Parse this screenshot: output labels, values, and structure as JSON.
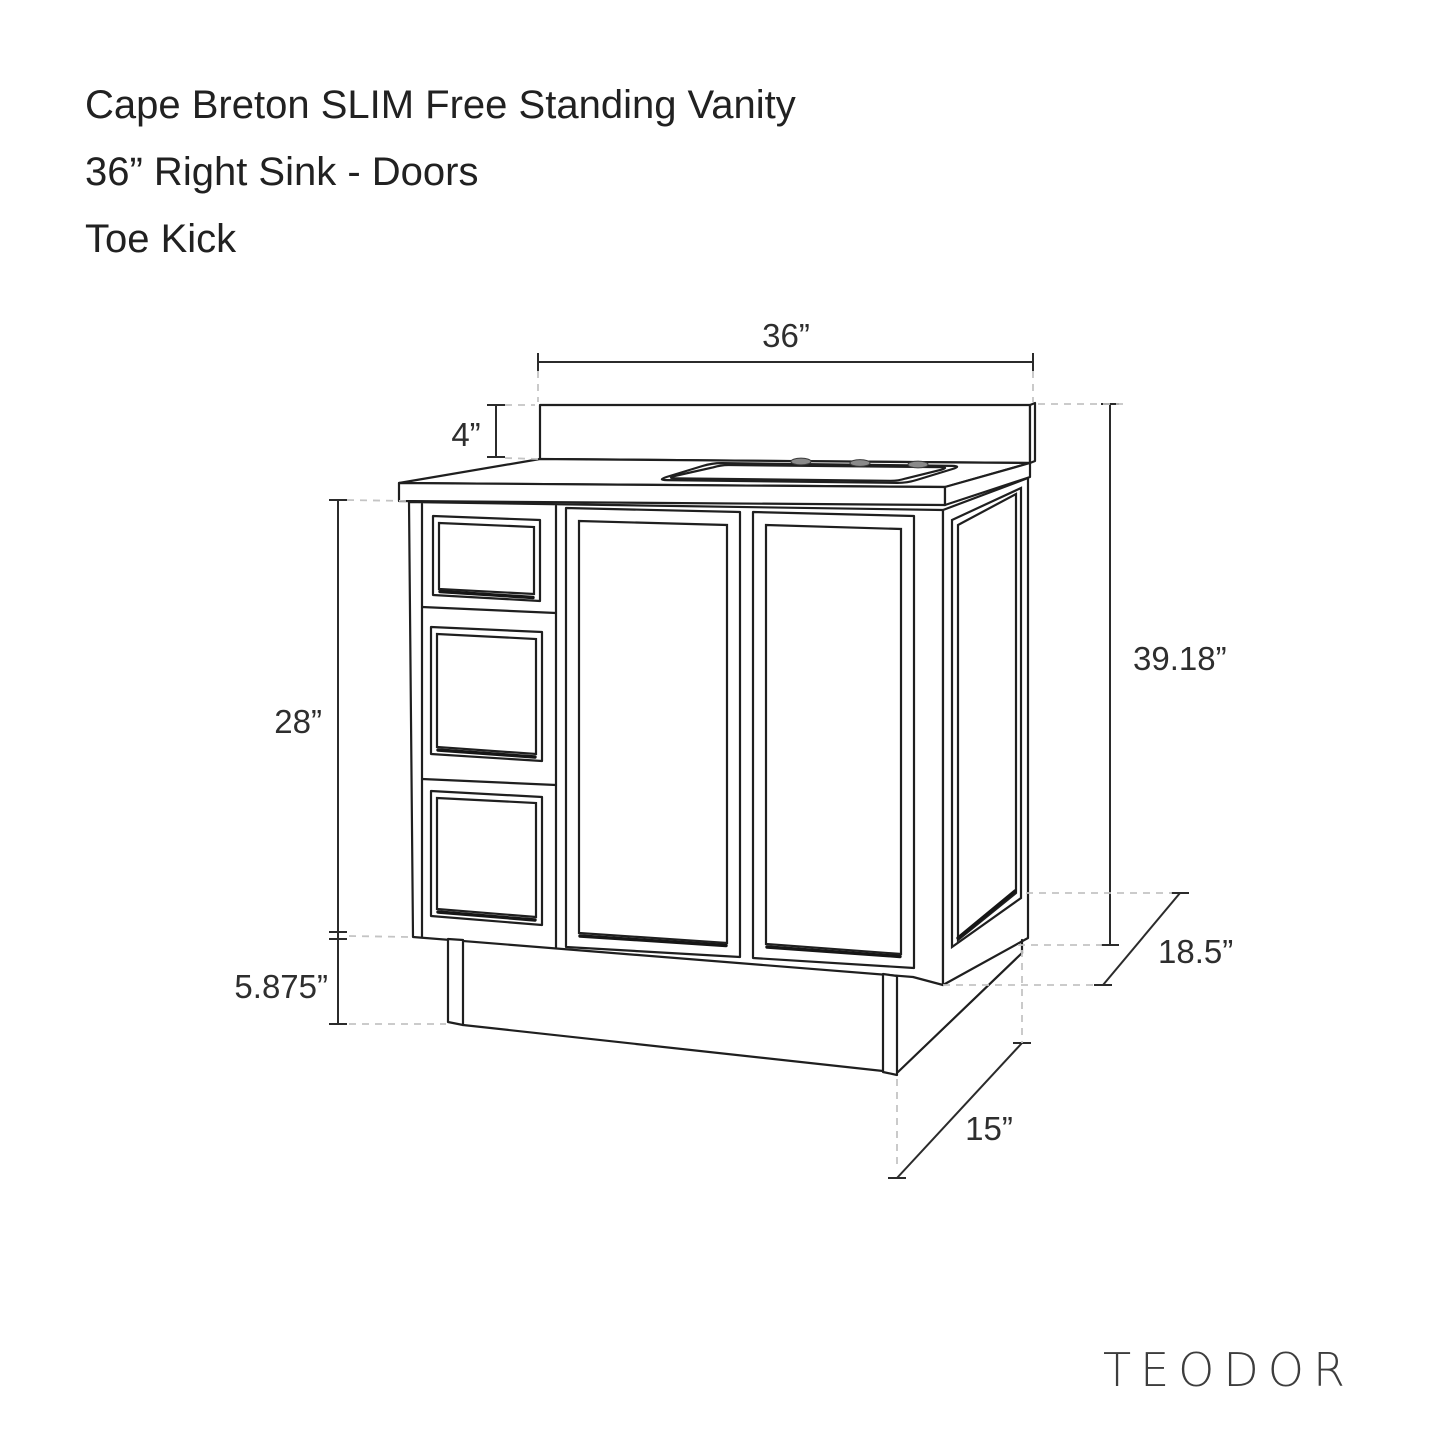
{
  "title": {
    "line1": "Cape Breton SLIM Free Standing Vanity",
    "line2": "36” Right Sink - Doors",
    "line3": "Toe Kick"
  },
  "brand": "TEODOR",
  "dimensions": {
    "top_width": "36”",
    "backsplash_height": "4”",
    "overall_height": "39.18”",
    "cabinet_height": "28”",
    "toe_kick_height": "5.875”",
    "overall_depth": "18.5”",
    "toe_kick_depth": "15”"
  },
  "features": {
    "drawers": 3,
    "doors": 2,
    "faucet_holes": 3,
    "sink_position": "right"
  },
  "colors": {
    "line": "#1f1f1f",
    "dashed_guide": "#c4c4c4",
    "text": "#2e2e2e",
    "background": "#ffffff"
  }
}
